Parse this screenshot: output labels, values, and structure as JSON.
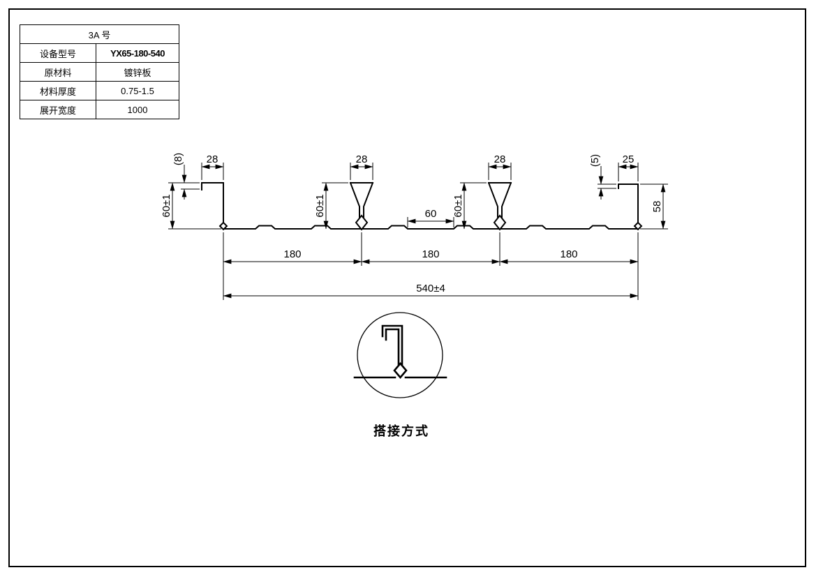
{
  "spec_table": {
    "title": "3A  号",
    "rows": [
      {
        "label": "设备型号",
        "value": "YX65-180-540"
      },
      {
        "label": "原材料",
        "value": "镀锌板"
      },
      {
        "label": "材料厚度",
        "value": "0.75-1.5"
      },
      {
        "label": "展开宽度",
        "value": "1000"
      }
    ]
  },
  "drawing": {
    "dimensions": {
      "left_hook_width": "28",
      "left_hook_lip": "(8)",
      "left_height": "60±1",
      "rib1_top_width": "28",
      "rib1_height": "60±1",
      "rib2_top_width": "28",
      "rib2_height": "60±1",
      "mid_flat": "60",
      "right_hook_width": "25",
      "right_hook_lip": "(5)",
      "right_height": "58",
      "pitch1": "180",
      "pitch2": "180",
      "pitch3": "180",
      "overall_width": "540±4"
    },
    "detail_caption": "搭接方式"
  },
  "colors": {
    "line": "#000000",
    "background": "#ffffff"
  }
}
